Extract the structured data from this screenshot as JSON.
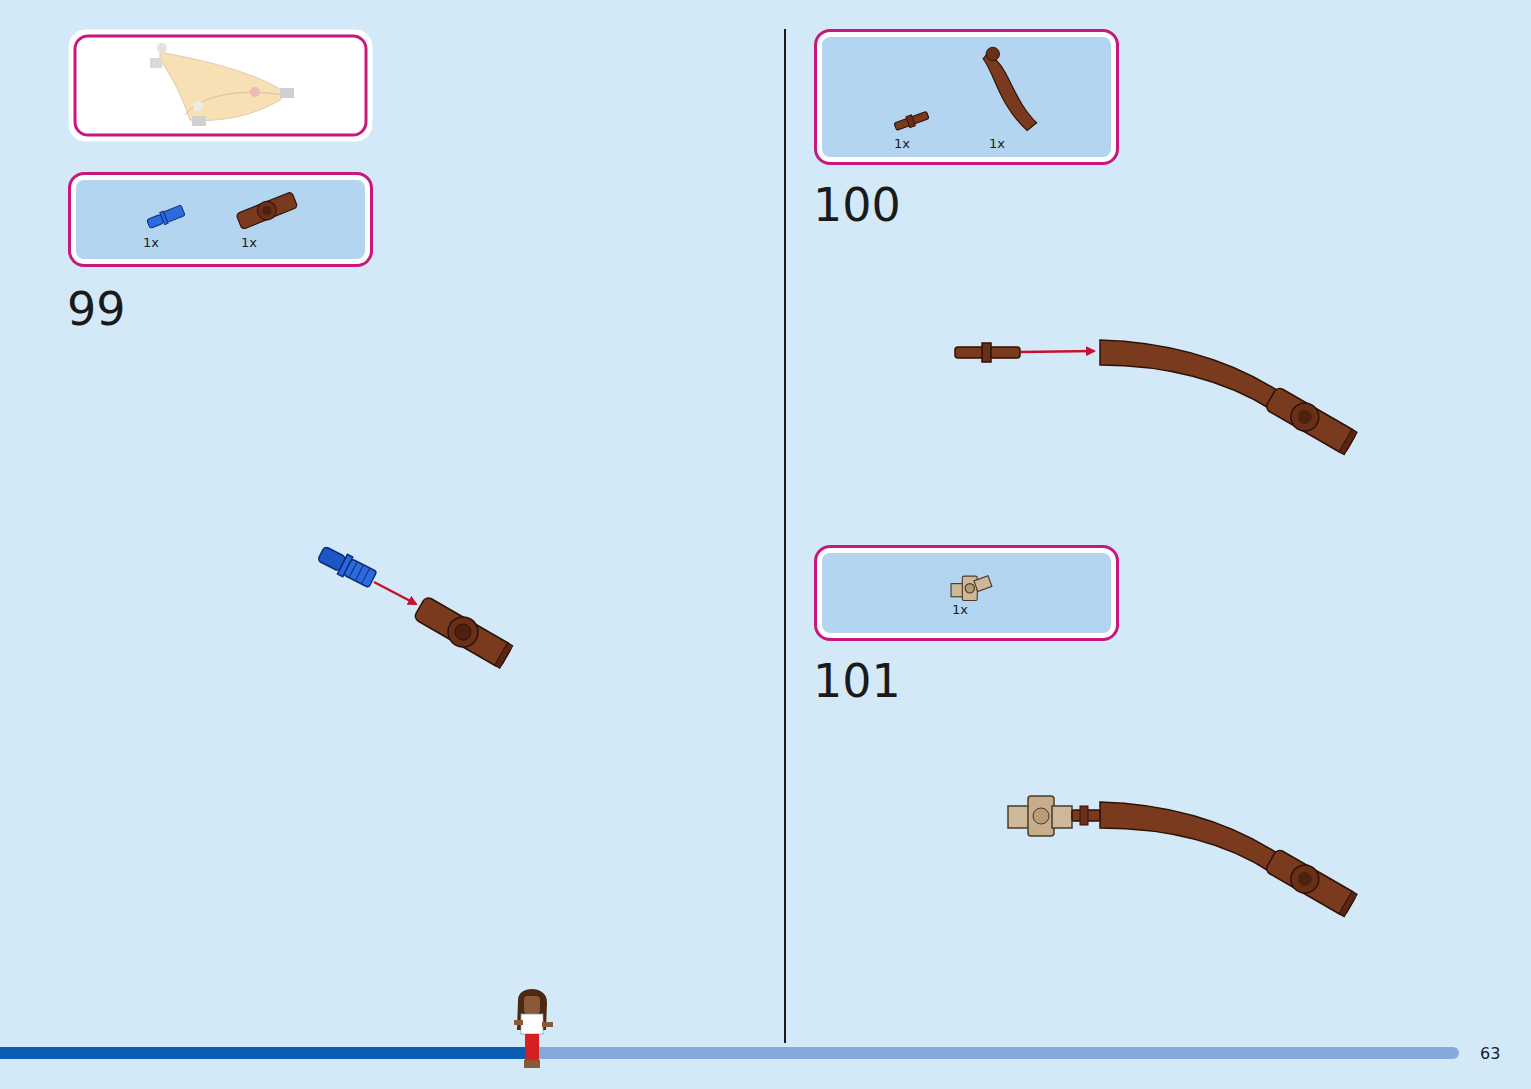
{
  "diagram": {
    "nodes": [
      {
        "text": [
          "1x",
          "1x"
        ]
      },
      {
        "text": [
          "1x",
          "1x"
        ]
      },
      {
        "text": [
          "1x"
        ]
      }
    ],
    "labels": [
      "99",
      "100",
      "101",
      "63"
    ]
  }
}
